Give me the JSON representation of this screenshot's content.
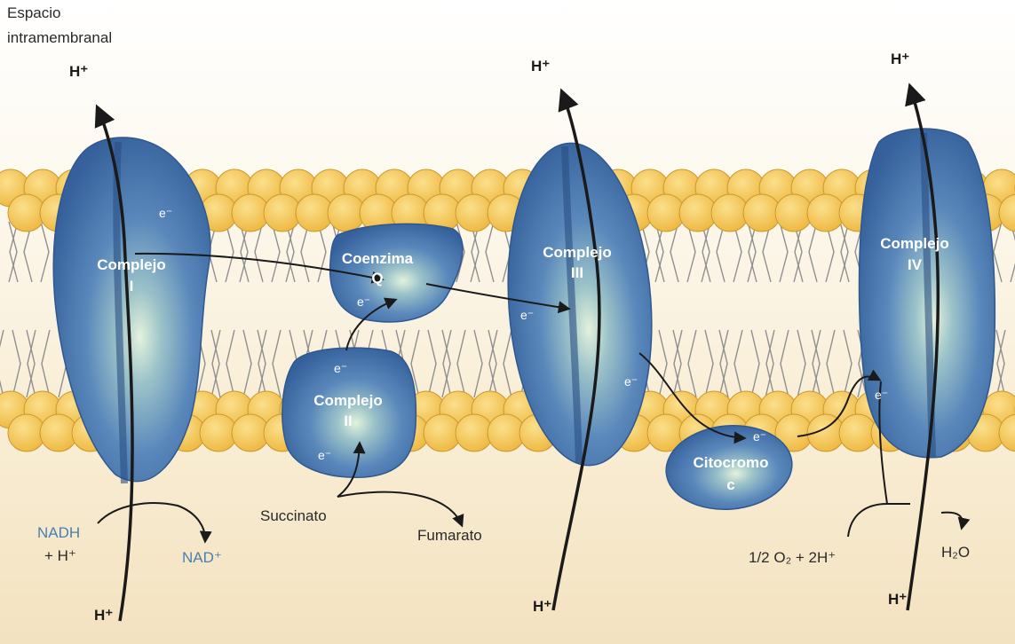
{
  "labels": {
    "space": [
      "Espacio",
      "intramembranal"
    ],
    "h_plus": "H⁺",
    "electron": "e⁻",
    "complex_1": [
      "Complejo",
      "I"
    ],
    "coenzyme_q": [
      "Coenzima",
      "Q"
    ],
    "complex_2": [
      "Complejo",
      "II"
    ],
    "complex_3": [
      "Complejo",
      "III"
    ],
    "cytochrome_c": [
      "Citocromo",
      "c"
    ],
    "complex_4": [
      "Complejo",
      "IV"
    ],
    "nadh": [
      "NADH",
      "+ H⁺"
    ],
    "nad": "NAD⁺",
    "succinate": "Succinato",
    "fumarate": "Fumarato",
    "oxygen": "1/2 O₂ + 2H⁺",
    "water": "H₂O"
  },
  "colors": {
    "protein": "#3d6aa5",
    "protein_light": "#d6ecd7",
    "protein_dark": "#2a4f82",
    "lipid_head": "#f2c24e",
    "arrow": "#1a1a1a",
    "blue_text": "#4a7fb0",
    "background": "#fbf5e6"
  }
}
